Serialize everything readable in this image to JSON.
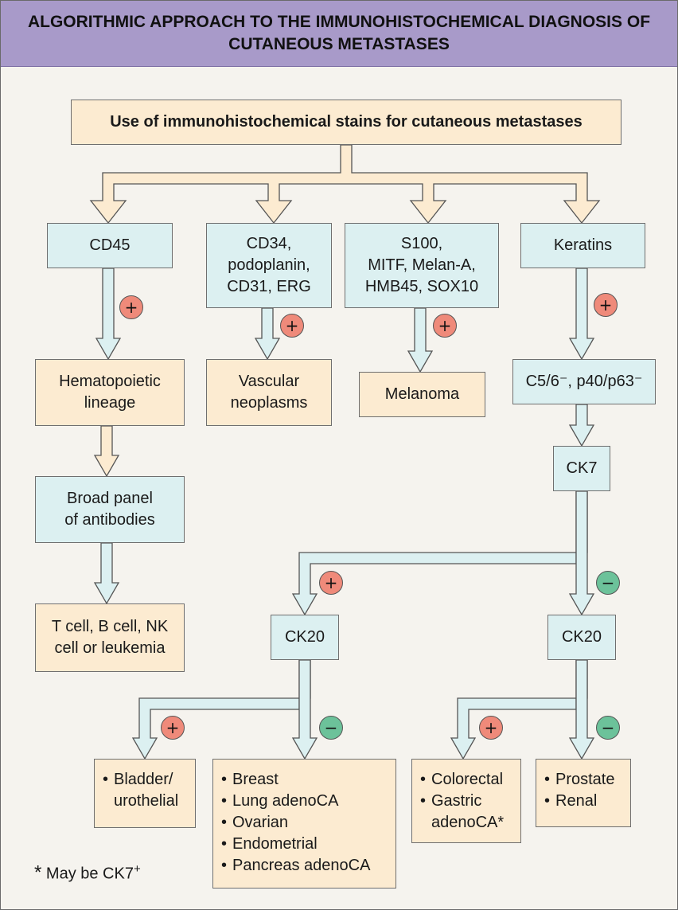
{
  "header": {
    "title": "ALGORITHMIC APPROACH TO THE IMMUNOHISTOCHEMICAL DIAGNOSIS OF CUTANEOUS METASTASES"
  },
  "boxes": {
    "root": "Use of immunohistochemical stains for cutaneous metastases",
    "cd45": "CD45",
    "vascular_markers": [
      "CD34,",
      "podoplanin,",
      "CD31, ERG"
    ],
    "melanocytic_markers": [
      "S100,",
      "MITF, Melan-A,",
      "HMB45, SOX10"
    ],
    "keratins": "Keratins",
    "hematopoietic": [
      "Hematopoietic",
      "lineage"
    ],
    "vascular_neoplasms": [
      "Vascular",
      "neoplasms"
    ],
    "melanoma": "Melanoma",
    "c56_p40": "C5/6⁻, p40/p63⁻",
    "broad_panel": [
      "Broad panel",
      "of antibodies"
    ],
    "ck7": "CK7",
    "lymphoid": [
      "T cell, B cell, NK",
      "cell or leukemia"
    ],
    "ck20_left": "CK20",
    "ck20_right": "CK20",
    "bladder": [
      "Bladder/",
      "urothelial"
    ],
    "ck7pos_ck20neg": [
      "Breast",
      "Lung adenoCA",
      "Ovarian",
      "Endometrial",
      "Pancreas adenoCA"
    ],
    "ck7neg_ck20pos": [
      "Colorectal",
      "Gastric adenoCA*"
    ],
    "ck7neg_ck20neg": [
      "Prostate",
      "Renal"
    ]
  },
  "signs": {
    "positive": "+",
    "negative": "−"
  },
  "footnote": {
    "star": "*",
    "text": "May be CK7",
    "superscript": "+"
  },
  "colors": {
    "header_bg": "#a89ac9",
    "result_box": "#fcebd1",
    "marker_box": "#dcf0f1",
    "positive_badge": "#ef8a7a",
    "negative_badge": "#6cc29a",
    "panel_bg": "#f5f3ee"
  }
}
